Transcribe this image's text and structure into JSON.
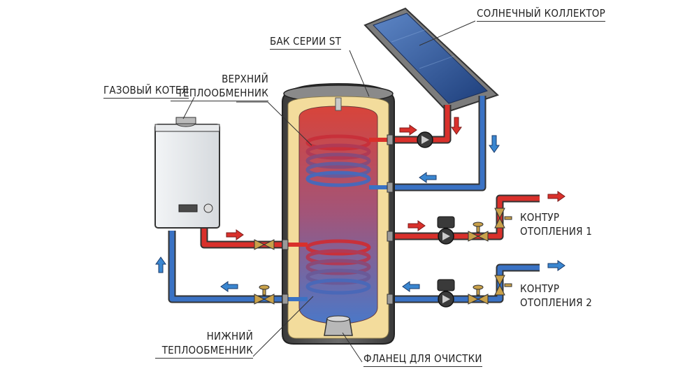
{
  "labels": {
    "solar_collector": "СОЛНЕЧНЫЙ КОЛЛЕКТОР",
    "tank_series": "БАК СЕРИИ ST",
    "upper_exchanger_l1": "ВЕРХНИЙ",
    "upper_exchanger_l2": "ТЕПЛООБМЕННИК",
    "gas_boiler": "ГАЗОВЫЙ КОТЕЛ",
    "heating_circuit_1_l1": "КОНТУР",
    "heating_circuit_1_l2": "ОТОПЛЕНИЯ 1",
    "heating_circuit_2_l1": "КОНТУР",
    "heating_circuit_2_l2": "ОТОПЛЕНИЯ 2",
    "lower_exchanger_l1": "НИЖНИЙ",
    "lower_exchanger_l2": "ТЕПЛООБМЕННИК",
    "cleaning_flange": "ФЛАНЕЦ ДЛЯ ОЧИСТКИ"
  },
  "colors": {
    "hot": "#d9302b",
    "cold": "#3a72c4",
    "insulation": "#f3dc9c",
    "tank_shell": "#4a4a4a",
    "solar_panel": "#2f5fa8"
  }
}
